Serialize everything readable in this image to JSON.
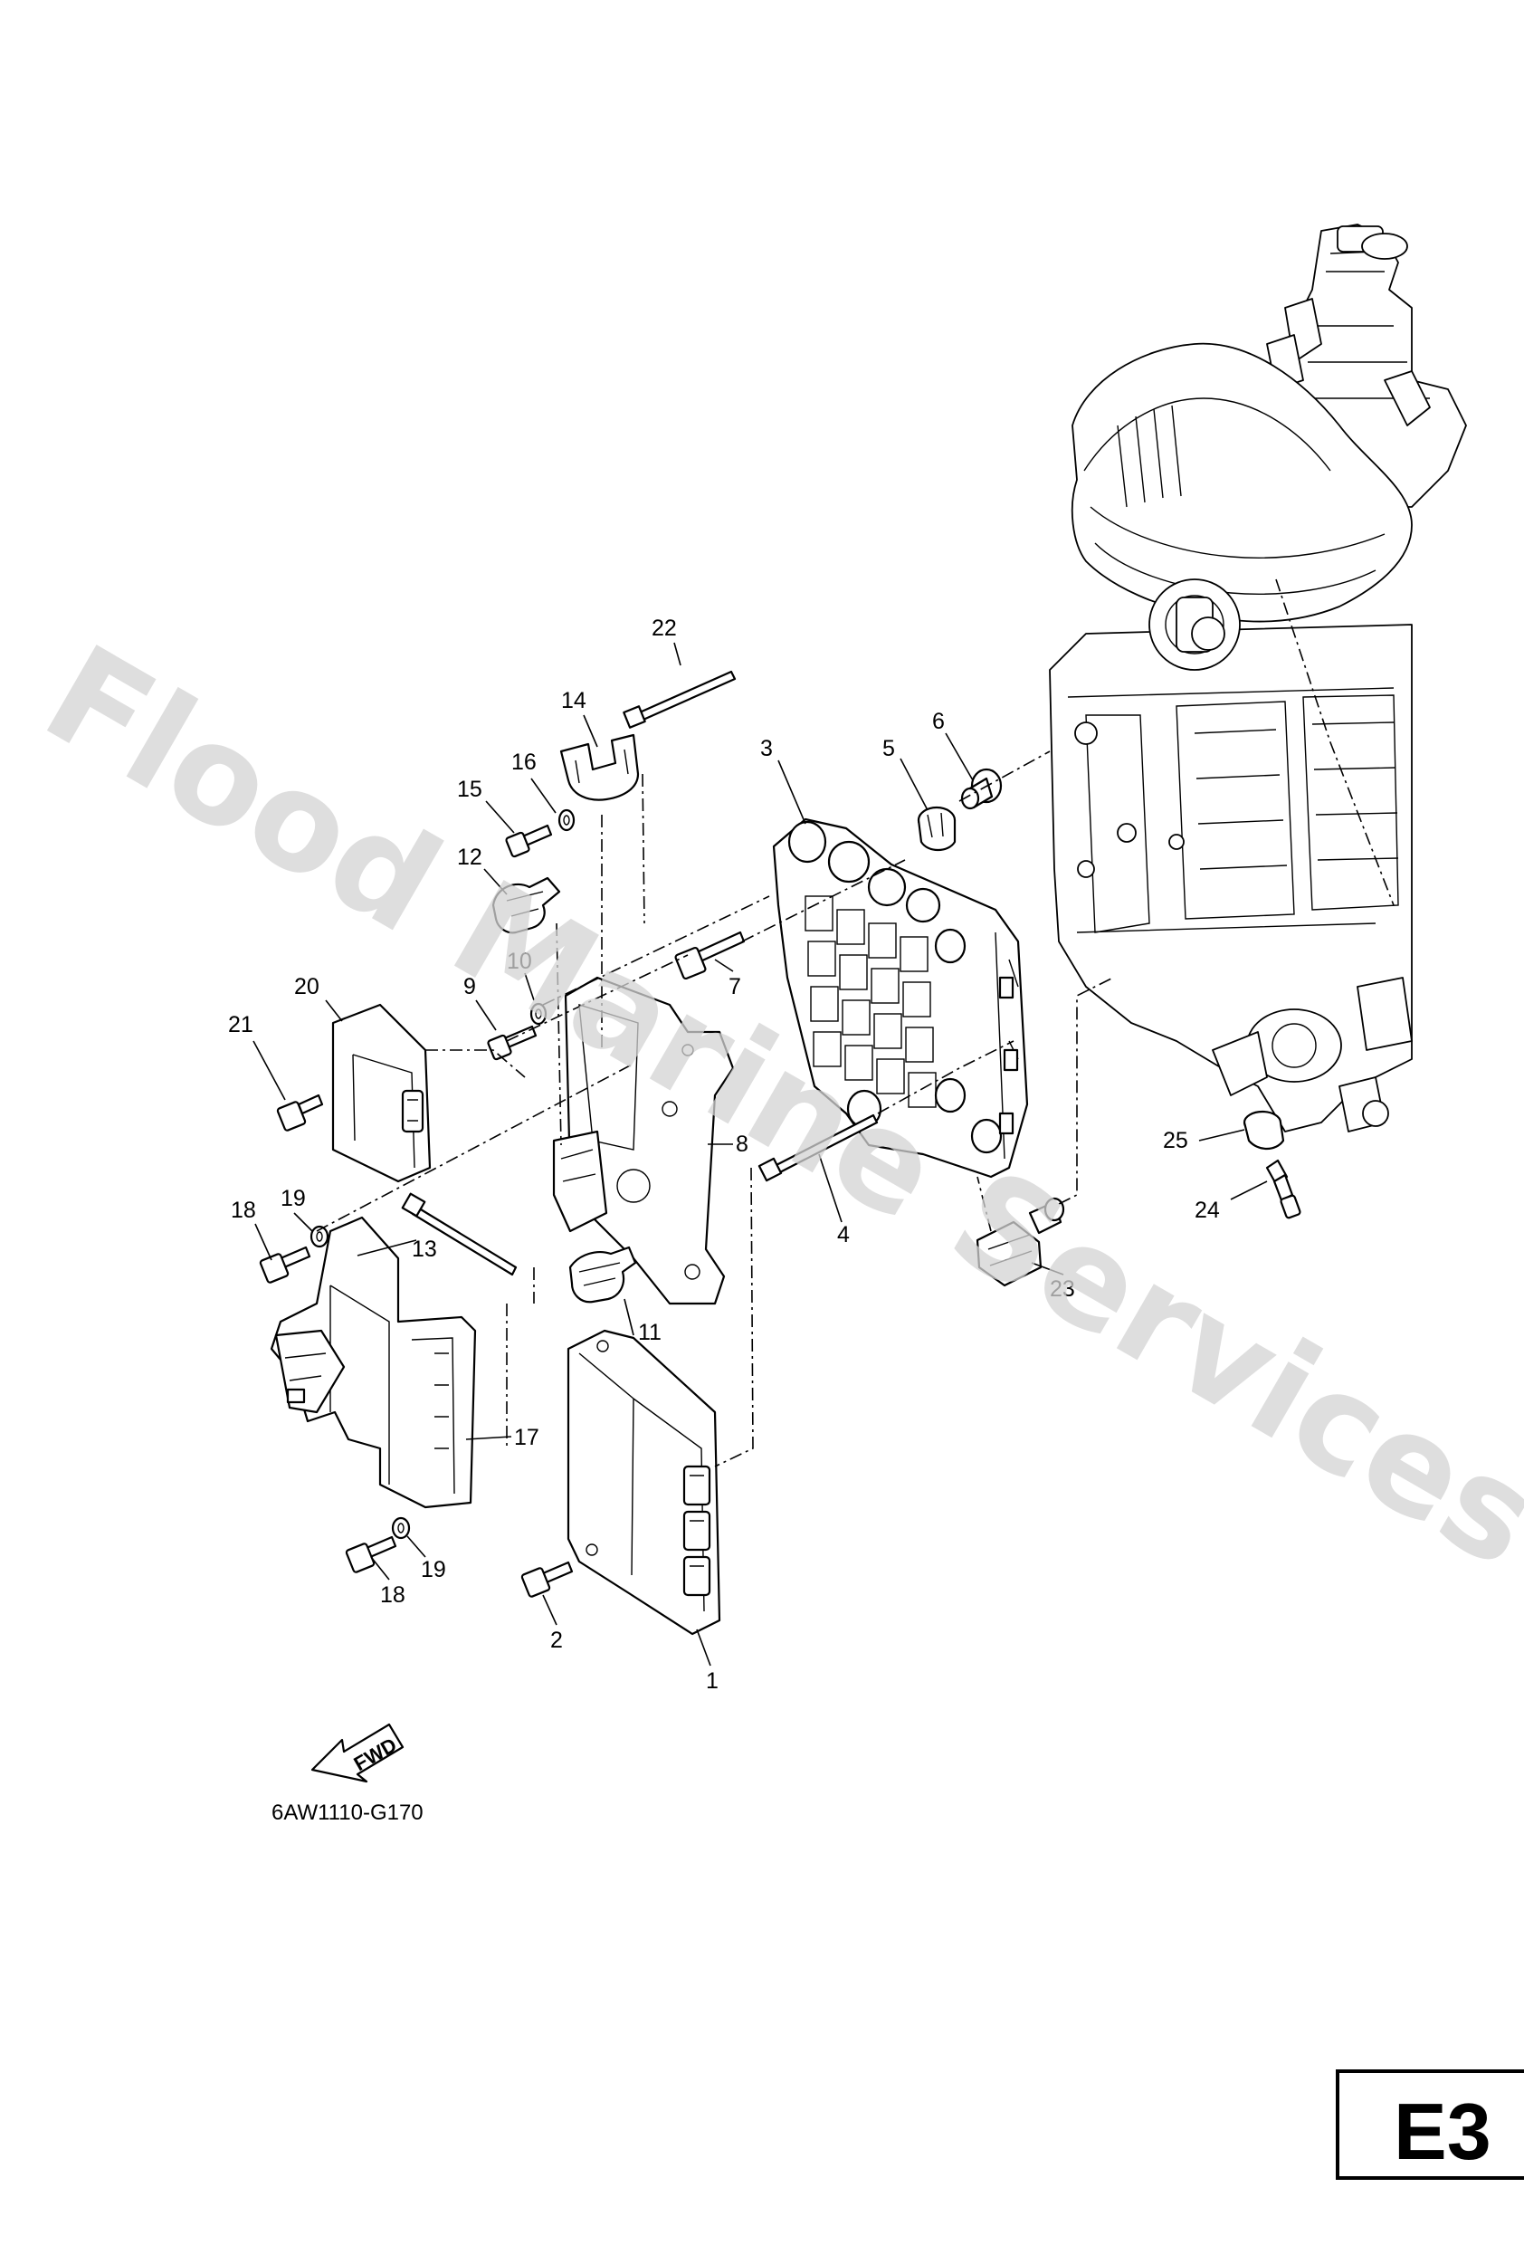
{
  "watermark": "Flood Marine Services",
  "diagram_code": "6AW1110-G170",
  "page_label": "E3",
  "direction_indicator": "FWD",
  "callouts": [
    {
      "id": "callout-1",
      "text": "1"
    },
    {
      "id": "callout-2",
      "text": "2"
    },
    {
      "id": "callout-3",
      "text": "3"
    },
    {
      "id": "callout-4",
      "text": "4"
    },
    {
      "id": "callout-5",
      "text": "5"
    },
    {
      "id": "callout-6",
      "text": "6"
    },
    {
      "id": "callout-7",
      "text": "7"
    },
    {
      "id": "callout-8",
      "text": "8"
    },
    {
      "id": "callout-9",
      "text": "9"
    },
    {
      "id": "callout-10",
      "text": "10"
    },
    {
      "id": "callout-11",
      "text": "11"
    },
    {
      "id": "callout-12",
      "text": "12"
    },
    {
      "id": "callout-13",
      "text": "13"
    },
    {
      "id": "callout-14",
      "text": "14"
    },
    {
      "id": "callout-15",
      "text": "15"
    },
    {
      "id": "callout-16",
      "text": "16"
    },
    {
      "id": "callout-17",
      "text": "17"
    },
    {
      "id": "callout-18a",
      "text": "18"
    },
    {
      "id": "callout-18b",
      "text": "18"
    },
    {
      "id": "callout-19a",
      "text": "19"
    },
    {
      "id": "callout-19b",
      "text": "19"
    },
    {
      "id": "callout-20",
      "text": "20"
    },
    {
      "id": "callout-21",
      "text": "21"
    },
    {
      "id": "callout-22",
      "text": "22"
    },
    {
      "id": "callout-23",
      "text": "23"
    },
    {
      "id": "callout-24",
      "text": "24"
    },
    {
      "id": "callout-25",
      "text": "25"
    }
  ]
}
